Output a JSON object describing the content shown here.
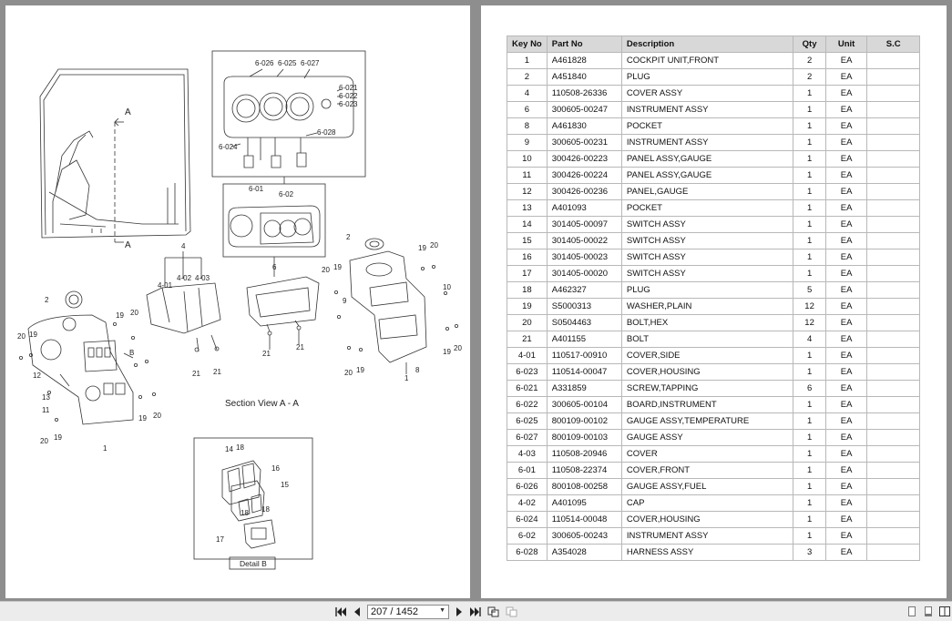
{
  "diagram": {
    "labels": {
      "l_6026": "6-026",
      "l_6025": "6-025",
      "l_6027": "6-027",
      "l_6021": "6-021",
      "l_6022": "6-022",
      "l_6023": "6-023",
      "l_6024": "6-024",
      "l_6028": "6-028",
      "l_601": "6-01",
      "l_602": "6-02",
      "l_6": "6",
      "l_A_top": "A",
      "l_A_bot": "A",
      "l_4": "4",
      "l_401": "4-01",
      "l_402": "4-02",
      "l_403": "4-03",
      "l_2_left": "2",
      "l_2_right": "2",
      "l_B": "B",
      "l_19a": "19",
      "l_20a": "20",
      "l_20b": "20",
      "l_19b": "19",
      "l_12": "12",
      "l_13": "13",
      "l_11": "11",
      "l_19c": "19",
      "l_20c": "20",
      "l_20d": "20",
      "l_19d": "19",
      "l_1_left": "1",
      "l_21a": "21",
      "l_21b": "21",
      "l_21c": "21",
      "l_21d": "21",
      "l_19e": "19",
      "l_20e": "20",
      "l_20f": "20",
      "l_19f": "19",
      "l_9": "9",
      "l_10": "10",
      "l_19g": "19",
      "l_20g": "20",
      "l_20h": "20",
      "l_19h": "19",
      "l_8": "8",
      "l_1_right": "1",
      "l_14": "14",
      "l_18a": "18",
      "l_16": "16",
      "l_15": "15",
      "l_18b": "18",
      "l_18c": "18",
      "l_17": "17"
    },
    "section_view": "Section View  A - A",
    "detail_b": "Detail  B"
  },
  "table": {
    "headers": {
      "key": "Key No",
      "part": "Part No",
      "desc": "Description",
      "qty": "Qty",
      "unit": "Unit",
      "sc": "S.C"
    },
    "rows": [
      {
        "key": "1",
        "part": "A461828",
        "desc": "COCKPIT UNIT,FRONT",
        "qty": "2",
        "unit": "EA"
      },
      {
        "key": "2",
        "part": "A451840",
        "desc": "PLUG",
        "qty": "2",
        "unit": "EA"
      },
      {
        "key": "4",
        "part": "110508-26336",
        "desc": "COVER ASSY",
        "qty": "1",
        "unit": "EA"
      },
      {
        "key": "6",
        "part": "300605-00247",
        "desc": "INSTRUMENT ASSY",
        "qty": "1",
        "unit": "EA"
      },
      {
        "key": "8",
        "part": "A461830",
        "desc": "POCKET",
        "qty": "1",
        "unit": "EA"
      },
      {
        "key": "9",
        "part": "300605-00231",
        "desc": "INSTRUMENT ASSY",
        "qty": "1",
        "unit": "EA"
      },
      {
        "key": "10",
        "part": "300426-00223",
        "desc": "PANEL ASSY,GAUGE",
        "qty": "1",
        "unit": "EA"
      },
      {
        "key": "11",
        "part": "300426-00224",
        "desc": "PANEL ASSY,GAUGE",
        "qty": "1",
        "unit": "EA"
      },
      {
        "key": "12",
        "part": "300426-00236",
        "desc": "PANEL,GAUGE",
        "qty": "1",
        "unit": "EA"
      },
      {
        "key": "13",
        "part": "A401093",
        "desc": "POCKET",
        "qty": "1",
        "unit": "EA"
      },
      {
        "key": "14",
        "part": "301405-00097",
        "desc": "SWITCH ASSY",
        "qty": "1",
        "unit": "EA"
      },
      {
        "key": "15",
        "part": "301405-00022",
        "desc": "SWITCH ASSY",
        "qty": "1",
        "unit": "EA"
      },
      {
        "key": "16",
        "part": "301405-00023",
        "desc": "SWITCH ASSY",
        "qty": "1",
        "unit": "EA"
      },
      {
        "key": "17",
        "part": "301405-00020",
        "desc": "SWITCH ASSY",
        "qty": "1",
        "unit": "EA"
      },
      {
        "key": "18",
        "part": "A462327",
        "desc": "PLUG",
        "qty": "5",
        "unit": "EA"
      },
      {
        "key": "19",
        "part": "S5000313",
        "desc": "WASHER,PLAIN",
        "qty": "12",
        "unit": "EA"
      },
      {
        "key": "20",
        "part": "S0504463",
        "desc": "BOLT,HEX",
        "qty": "12",
        "unit": "EA"
      },
      {
        "key": "21",
        "part": "A401155",
        "desc": "BOLT",
        "qty": "4",
        "unit": "EA"
      },
      {
        "key": "4-01",
        "part": "110517-00910",
        "desc": "COVER,SIDE",
        "qty": "1",
        "unit": "EA"
      },
      {
        "key": "6-023",
        "part": "110514-00047",
        "desc": "COVER,HOUSING",
        "qty": "1",
        "unit": "EA"
      },
      {
        "key": "6-021",
        "part": "A331859",
        "desc": "SCREW,TAPPING",
        "qty": "6",
        "unit": "EA"
      },
      {
        "key": "6-022",
        "part": "300605-00104",
        "desc": "BOARD,INSTRUMENT",
        "qty": "1",
        "unit": "EA"
      },
      {
        "key": "6-025",
        "part": "800109-00102",
        "desc": "GAUGE ASSY,TEMPERATURE",
        "qty": "1",
        "unit": "EA"
      },
      {
        "key": "6-027",
        "part": "800109-00103",
        "desc": "GAUGE ASSY",
        "qty": "1",
        "unit": "EA"
      },
      {
        "key": "4-03",
        "part": "110508-20946",
        "desc": "COVER",
        "qty": "1",
        "unit": "EA"
      },
      {
        "key": "6-01",
        "part": "110508-22374",
        "desc": "COVER,FRONT",
        "qty": "1",
        "unit": "EA"
      },
      {
        "key": "6-026",
        "part": "800108-00258",
        "desc": "GAUGE ASSY,FUEL",
        "qty": "1",
        "unit": "EA"
      },
      {
        "key": "4-02",
        "part": "A401095",
        "desc": "CAP",
        "qty": "1",
        "unit": "EA"
      },
      {
        "key": "6-024",
        "part": "110514-00048",
        "desc": "COVER,HOUSING",
        "qty": "1",
        "unit": "EA"
      },
      {
        "key": "6-02",
        "part": "300605-00243",
        "desc": "INSTRUMENT ASSY",
        "qty": "1",
        "unit": "EA"
      },
      {
        "key": "6-028",
        "part": "A354028",
        "desc": "HARNESS ASSY",
        "qty": "3",
        "unit": "EA"
      }
    ]
  },
  "toolbar": {
    "current_page": "207",
    "separator": " / ",
    "total_pages": "1452",
    "icons": {
      "first": "first-page-icon",
      "prev": "previous-page-icon",
      "next": "next-page-icon",
      "last": "last-page-icon",
      "go_back": "go-back-icon",
      "go_forward": "go-forward-icon",
      "single": "single-page-view-icon",
      "continuous": "continuous-view-icon",
      "facing": "facing-pages-view-icon"
    }
  }
}
